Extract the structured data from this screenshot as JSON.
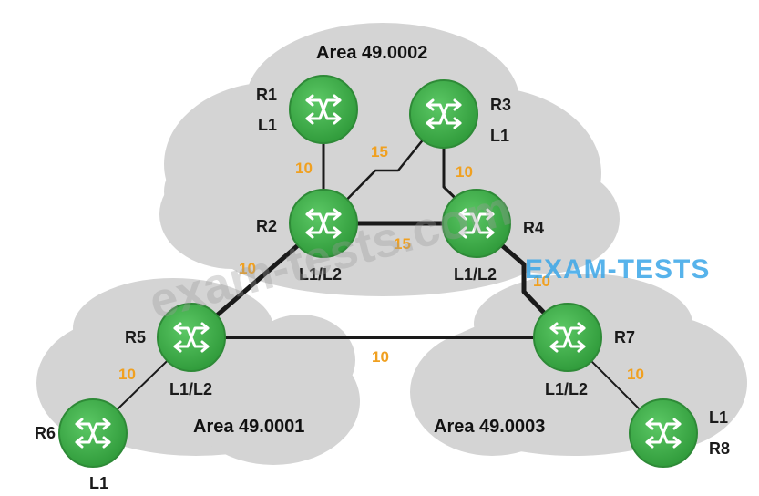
{
  "areas": [
    {
      "id": "a2",
      "label": "Area 49.0002"
    },
    {
      "id": "a1",
      "label": "Area 49.0001"
    },
    {
      "id": "a3",
      "label": "Area 49.0003"
    }
  ],
  "routers": [
    {
      "id": "R1",
      "name": "R1",
      "level": "L1"
    },
    {
      "id": "R2",
      "name": "R2",
      "level": "L1/L2"
    },
    {
      "id": "R3",
      "name": "R3",
      "level": "L1"
    },
    {
      "id": "R4",
      "name": "R4",
      "level": "L1/L2"
    },
    {
      "id": "R5",
      "name": "R5",
      "level": "L1/L2"
    },
    {
      "id": "R6",
      "name": "R6",
      "level": "L1"
    },
    {
      "id": "R7",
      "name": "R7",
      "level": "L1/L2"
    },
    {
      "id": "R8",
      "name": "R8",
      "level": "L1"
    }
  ],
  "links": [
    {
      "id": "R1-R2",
      "from": "R1",
      "to": "R2",
      "cost": "10"
    },
    {
      "id": "R2-R3",
      "from": "R2",
      "to": "R3",
      "cost": "15"
    },
    {
      "id": "R3-R4",
      "from": "R3",
      "to": "R4",
      "cost": "10"
    },
    {
      "id": "R2-R4",
      "from": "R2",
      "to": "R4",
      "cost": "15"
    },
    {
      "id": "R2-R5",
      "from": "R2",
      "to": "R5",
      "cost": "10"
    },
    {
      "id": "R4-R7",
      "from": "R4",
      "to": "R7",
      "cost": "10"
    },
    {
      "id": "R5-R7",
      "from": "R5",
      "to": "R7",
      "cost": "10"
    },
    {
      "id": "R5-R6",
      "from": "R5",
      "to": "R6",
      "cost": "10"
    },
    {
      "id": "R7-R8",
      "from": "R7",
      "to": "R8",
      "cost": "10"
    }
  ],
  "watermarks": {
    "diagonal": "exam-tests.com",
    "brand": "EXAM-TESTS"
  },
  "colors": {
    "router": "#3fae49",
    "router_dark": "#2e8a37",
    "cloud": "#d4d4d4",
    "cost": "#f0a020",
    "brand": "#3aa6e8"
  }
}
